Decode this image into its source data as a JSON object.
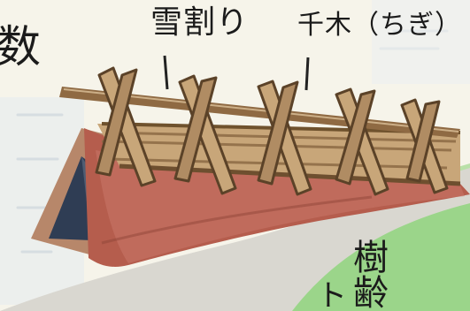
{
  "labels": {
    "yukiwari": "雪割り",
    "chigi": "千木（ちぎ）",
    "corner_char": "数",
    "vertical_text": "樹齢",
    "partial_char": "ト"
  },
  "colors": {
    "paper": "#f6f4ea",
    "thatch_roof": "#b55d4d",
    "wood_light": "#c8a679",
    "wood_dark": "#8d6b45",
    "shadow_blue": "#2f3d54",
    "grass_green": "#9fd48f"
  }
}
